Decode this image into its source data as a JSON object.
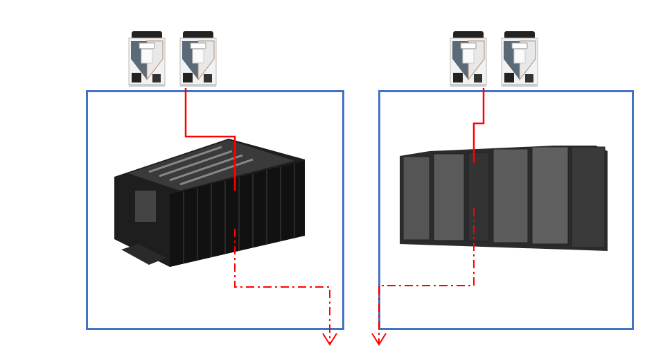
{
  "diagram": {
    "colors": {
      "boundary": "#4472c4",
      "pipe": "#ff0000",
      "equipment": "#2b2b2b"
    },
    "left_system": {
      "condensers": 2,
      "indoor_unit": "containment-pod"
    },
    "right_system": {
      "condensers": 2,
      "indoor_unit": "rack-row"
    }
  }
}
